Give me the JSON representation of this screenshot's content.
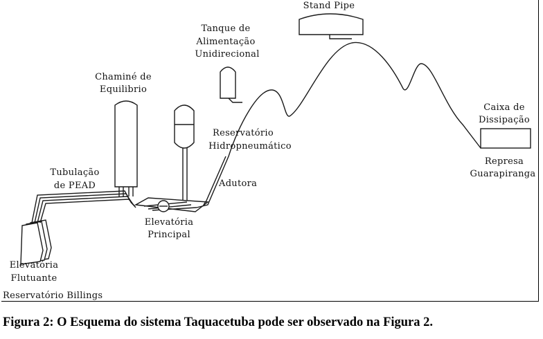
{
  "labels": {
    "stand_pipe": "Stand Pipe",
    "tanque_line1": "Tanque de",
    "tanque_line2": "Alimentação",
    "tanque_line3": "Unidirecional",
    "chamine_line1": "Chaminé de",
    "chamine_line2": "Equilibrio",
    "reservatorio_hidro_line1": "Reservatório",
    "reservatorio_hidro_line2": "Hidropneumático",
    "caixa_line1": "Caixa de",
    "caixa_line2": "Dissipação",
    "tubulacao_line1": "Tubulação",
    "tubulacao_line2": "de PEAD",
    "adutora": "Adutora",
    "elevatoria_principal_line1": "Elevatória",
    "elevatoria_principal_line2": "Principal",
    "represa_line1": "Represa",
    "represa_line2": "Guarapiranga",
    "elevatoria_flutuante_line1": "Elevatória",
    "elevatoria_flutuante_line2": "Flutuante",
    "reservatorio_billings": "Reservatório Billings"
  },
  "caption": "Figura 2: O Esquema do sistema Taquacetuba pode ser observado na Figura 2."
}
